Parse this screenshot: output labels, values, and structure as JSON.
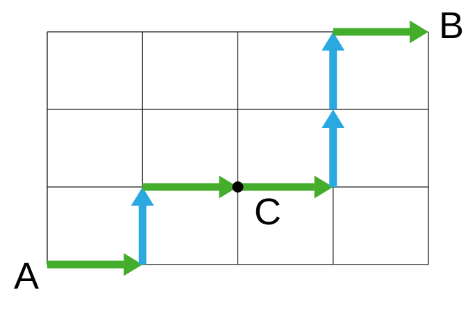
{
  "colors": {
    "horizontal_arrow": "#44ad2c",
    "vertical_arrow": "#29a9e0",
    "grid_line": "#1a1a1a",
    "point": "#000000",
    "label_text": "#000000",
    "background": "#ffffff"
  },
  "grid": {
    "cols": 4,
    "rows": 3
  },
  "labels": {
    "start": "A",
    "end": "B",
    "waypoint": "C"
  },
  "waypoint": {
    "label": "C",
    "grid_position": [
      2,
      1
    ]
  },
  "path": {
    "segments": [
      {
        "from": [
          0,
          0
        ],
        "to": [
          1,
          0
        ],
        "direction": "right",
        "color": "horizontal_arrow"
      },
      {
        "from": [
          1,
          0
        ],
        "to": [
          1,
          1
        ],
        "direction": "up",
        "color": "vertical_arrow"
      },
      {
        "from": [
          1,
          1
        ],
        "to": [
          2,
          1
        ],
        "direction": "right",
        "color": "horizontal_arrow"
      },
      {
        "from": [
          2,
          1
        ],
        "to": [
          3,
          1
        ],
        "direction": "right",
        "color": "horizontal_arrow"
      },
      {
        "from": [
          3,
          1
        ],
        "to": [
          3,
          2
        ],
        "direction": "up",
        "color": "vertical_arrow"
      },
      {
        "from": [
          3,
          2
        ],
        "to": [
          3,
          3
        ],
        "direction": "up",
        "color": "vertical_arrow"
      },
      {
        "from": [
          3,
          3
        ],
        "to": [
          4,
          3
        ],
        "direction": "right",
        "color": "horizontal_arrow"
      }
    ]
  }
}
